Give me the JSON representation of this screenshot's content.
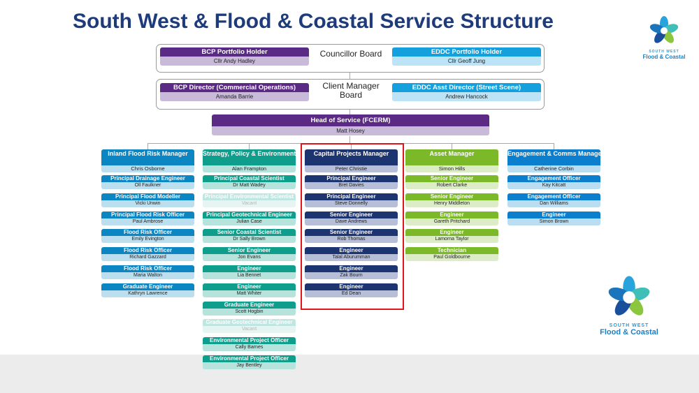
{
  "title": "South West & Flood & Coastal Service Structure",
  "logo": {
    "line1": "SOUTH WEST",
    "line2": "Flood & Coastal"
  },
  "councillor_board": {
    "label": "Councillor Board",
    "left": {
      "title": "BCP Portfolio Holder",
      "name": "Cllr Andy Hadley"
    },
    "right": {
      "title": "EDDC Portfolio Holder",
      "name": "Cllr Geoff Jung"
    }
  },
  "client_board": {
    "label": "Client Manager Board",
    "left": {
      "title": "BCP Director (Commercial Operations)",
      "name": "Amanda Barrie"
    },
    "right": {
      "title": "EDDC Asst Director (Street Scene)",
      "name": "Andrew Hancock"
    }
  },
  "head": {
    "title": "Head of Service (FCERM)",
    "name": "Matt Hosey"
  },
  "colors": {
    "purple": "#5a2a84",
    "purple_light": "#c9bad9",
    "eddc": "#14a0dc",
    "eddc_light": "#bce4f6",
    "highlight": "#e0151b"
  },
  "columns": [
    {
      "id": "inland",
      "color": "#0b86c3",
      "light": "#bcdff0",
      "manager": {
        "title": "Inland Flood Risk Manager",
        "name": "Chris Osborne"
      },
      "roles": [
        {
          "title": "Principal Drainage Engineer",
          "name": "Oll Faulkner"
        },
        {
          "title": "Principal Flood Modeller",
          "name": "Vicki Unwin"
        },
        {
          "title": "Principal Flood Risk Officer",
          "name": "Paul Ambrose"
        },
        {
          "title": "Flood Risk Officer",
          "name": "Emily Evington"
        },
        {
          "title": "Flood Risk Officer",
          "name": "Richard Gazzard"
        },
        {
          "title": "Flood Risk Officer",
          "name": "Maria Walton"
        },
        {
          "title": "Graduate Engineer",
          "name": "Kathryn Lawrence"
        }
      ]
    },
    {
      "id": "strategy",
      "color": "#0f9d8c",
      "light": "#b6e3dc",
      "manager": {
        "title": "Strategy, Policy & Environment Manager",
        "name": "Alan Frampton"
      },
      "roles": [
        {
          "title": "Principal Coastal Scientist",
          "name": "Dr Matt Wadey"
        },
        {
          "title": "Principal Environmental Scientist",
          "name": "Vacant",
          "vacant": true
        },
        {
          "title": "Principal Geotechnical Engineer",
          "name": "Julian Case"
        },
        {
          "title": "Senior Coastal Scientist",
          "name": "Dr Sally Brown"
        },
        {
          "title": "Senior Engineer",
          "name": "Jon Evans"
        },
        {
          "title": "Engineer",
          "name": "Lia Bennet"
        },
        {
          "title": "Engineer",
          "name": "Matt Whiter"
        },
        {
          "title": "Graduate Engineer",
          "name": "Scott Hogbin"
        },
        {
          "title": "Graduate Geotechnical Engineer",
          "name": "Vacant",
          "vacant": true
        },
        {
          "title": "Environmental Project Officer",
          "name": "Cally Barnes"
        },
        {
          "title": "Environmental Project Officer",
          "name": "Jay Bentley"
        }
      ]
    },
    {
      "id": "capital",
      "color": "#1c3470",
      "light": "#b7bfd8",
      "manager": {
        "title": "Capital Projects Manager",
        "name": "Peter Christie"
      },
      "roles": [
        {
          "title": "Principal Engineer",
          "name": "Bret Davies"
        },
        {
          "title": "Principal Engineer",
          "name": "Steve Donnelly"
        },
        {
          "title": "Senior Engineer",
          "name": "Dave Andrews"
        },
        {
          "title": "Senior Engineer",
          "name": "Rob Thomas"
        },
        {
          "title": "Engineer",
          "name": "Talal Aburumman"
        },
        {
          "title": "Engineer",
          "name": "Zak Bourn"
        },
        {
          "title": "Engineer",
          "name": "Ed Dean"
        }
      ]
    },
    {
      "id": "asset",
      "color": "#7bb928",
      "light": "#dcecc7",
      "manager": {
        "title": "Asset Manager",
        "name": "Simon Hills"
      },
      "roles": [
        {
          "title": "Senior Engineer",
          "name": "Robert Clarke"
        },
        {
          "title": "Senior Engineer",
          "name": "Henry Middleton"
        },
        {
          "title": "Engineer",
          "name": "Gareth Pritchard"
        },
        {
          "title": "Engineer",
          "name": "Lamorna Taylor"
        },
        {
          "title": "Technician",
          "name": "Paul Goldbourne"
        }
      ]
    },
    {
      "id": "engagement",
      "color": "#0b7fcd",
      "light": "#bbddf2",
      "manager": {
        "title": "Engagement & Comms Manager",
        "name": "Catherine Corbin"
      },
      "roles": [
        {
          "title": "Engagement Officer",
          "name": "Kay Kitcatt"
        },
        {
          "title": "Engagement Officer",
          "name": "Dan Williams"
        },
        {
          "title": "Engineer",
          "name": "Simon Brown"
        }
      ]
    }
  ]
}
